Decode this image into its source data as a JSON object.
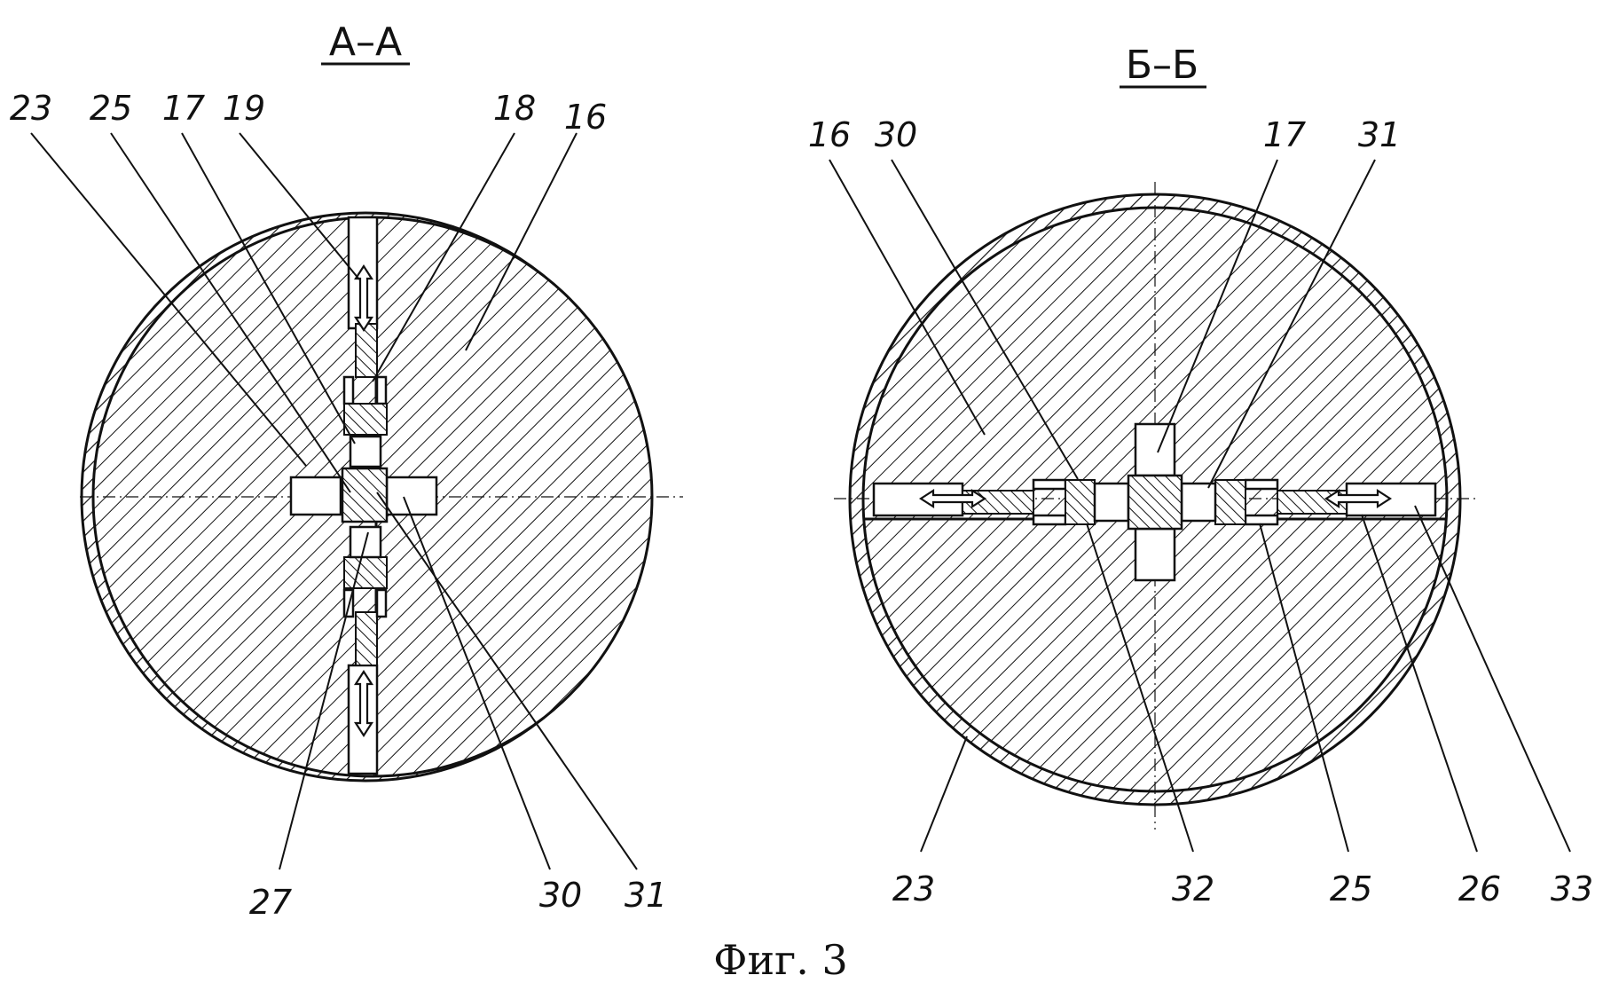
{
  "figure": {
    "caption": "Фиг. 3",
    "views": [
      {
        "id": "A",
        "title": "А–А",
        "labels_top": [
          "23",
          "25",
          "17",
          "19",
          "18",
          "16"
        ],
        "labels_bottom": [
          "27",
          "30",
          "31"
        ]
      },
      {
        "id": "B",
        "title": "Б–Б",
        "labels_top": [
          "16",
          "30",
          "17",
          "31"
        ],
        "labels_bottom": [
          "23",
          "32",
          "25",
          "26",
          "33"
        ]
      }
    ]
  }
}
